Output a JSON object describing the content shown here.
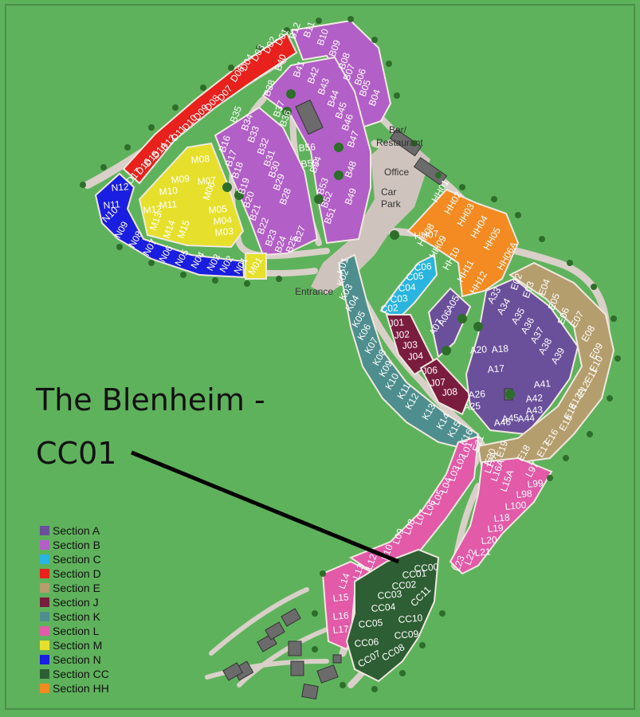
{
  "colors": {
    "background": "#5fb25c",
    "path": "#d9d0c9",
    "carpark": "#cfc4bd",
    "A": "#6a4f9b",
    "B": "#b25fc7",
    "C": "#29b5e0",
    "D": "#e8211c",
    "E": "#b59e6e",
    "J": "#7a1c3e",
    "K": "#4f8e8e",
    "L": "#e25aa8",
    "M": "#e6e02c",
    "N": "#1a1ee0",
    "CC": "#2e5e33",
    "HH": "#f38b22"
  },
  "labels": {
    "bar": "Bar/",
    "restaurant": "Restaurant",
    "office": "Office",
    "car": "Car",
    "park": "Park",
    "entrance": "Entrance"
  },
  "callout": {
    "line1": "The Blenheim -",
    "line2": "CC01"
  },
  "legend": [
    {
      "label": "Section A",
      "color": "#6a4f9b"
    },
    {
      "label": "Section B",
      "color": "#b25fc7"
    },
    {
      "label": "Section C",
      "color": "#29b5e0"
    },
    {
      "label": "Section D",
      "color": "#e8211c"
    },
    {
      "label": "Section E",
      "color": "#b59e6e"
    },
    {
      "label": "Section J",
      "color": "#7a1c3e"
    },
    {
      "label": "Section K",
      "color": "#4f8e8e"
    },
    {
      "label": "Section L",
      "color": "#e25aa8"
    },
    {
      "label": "Section M",
      "color": "#e6e02c"
    },
    {
      "label": "Section N",
      "color": "#1a1ee0"
    },
    {
      "label": "Section CC",
      "color": "#2e5e33"
    },
    {
      "label": "Section HH",
      "color": "#f38b22"
    }
  ],
  "pitches": {
    "D": [
      "D01",
      "D02",
      "D03",
      "D04",
      "D06",
      "D07",
      "D08",
      "D09",
      "D10",
      "D11",
      "D12",
      "D14",
      "D15",
      "D16",
      "D17"
    ],
    "B": [
      "B12",
      "B11",
      "B10",
      "B09",
      "B08",
      "B07",
      "B06",
      "B05",
      "B04",
      "B40",
      "B41",
      "B42",
      "B43",
      "B44",
      "B45",
      "B46",
      "B47",
      "B48",
      "B49",
      "B38",
      "B37",
      "B36",
      "B35",
      "B34",
      "B33",
      "B32",
      "B31",
      "B30",
      "B29",
      "B28",
      "B16",
      "B17",
      "B18",
      "B19",
      "B20",
      "B21",
      "B22",
      "B23",
      "B24",
      "B25",
      "B27",
      "B56",
      "B55",
      "B54",
      "B53",
      "B52",
      "B51"
    ],
    "M": [
      "M08",
      "M09",
      "M07",
      "M10",
      "M06",
      "M11",
      "M05",
      "M12",
      "M04",
      "M13",
      "M14",
      "M15",
      "M03"
    ],
    "N": [
      "N12",
      "N11",
      "N10",
      "N09",
      "N08",
      "N07",
      "N06",
      "N05",
      "N04",
      "N03",
      "N02",
      "N01"
    ],
    "MP": [
      "M01"
    ],
    "C": [
      "C06",
      "C05",
      "C04",
      "C03",
      "C02"
    ],
    "HH": [
      "HH01",
      "HH02",
      "HH03",
      "HH04",
      "HH05",
      "HH06A",
      "HH07",
      "HH08",
      "HH09",
      "HH10",
      "HH11",
      "HH12"
    ],
    "K": [
      "K01",
      "K02",
      "K03",
      "K04",
      "K05",
      "K06",
      "K07",
      "K08",
      "K09",
      "K10",
      "K11",
      "K12",
      "K13",
      "K14",
      "K15",
      "K16"
    ],
    "J": [
      "J01",
      "J02",
      "J03",
      "J04",
      "J06",
      "J07",
      "J08"
    ],
    "A": [
      "A05",
      "A06",
      "A07",
      "A33",
      "A34",
      "A35",
      "A36",
      "A37",
      "A38",
      "A39",
      "A20",
      "A18",
      "A17",
      "A41",
      "A42",
      "A43",
      "A44",
      "A45",
      "A46",
      "A26",
      "A25"
    ],
    "E": [
      "E02",
      "E03",
      "E04",
      "E05",
      "E06",
      "E07",
      "E08",
      "E09",
      "E10",
      "E11",
      "E12",
      "E12A",
      "E14",
      "E15",
      "E16",
      "E17",
      "E18",
      "E19",
      "E20",
      "E21"
    ],
    "L": [
      "L01",
      "L02",
      "L03",
      "L04",
      "L05",
      "L06",
      "L07",
      "L08",
      "L09",
      "L10",
      "L12",
      "L13",
      "L14",
      "L15",
      "L16",
      "L17",
      "L17A",
      "L16A",
      "L15A",
      "L97",
      "L99",
      "L98",
      "L100",
      "L18",
      "L19",
      "L20",
      "L21",
      "L22",
      "L23"
    ],
    "CC": [
      "CC00",
      "CC01",
      "CC02",
      "CC03",
      "CC04",
      "CC05",
      "CC06",
      "CC07",
      "CC08",
      "CC09",
      "CC10",
      "CC11"
    ]
  }
}
